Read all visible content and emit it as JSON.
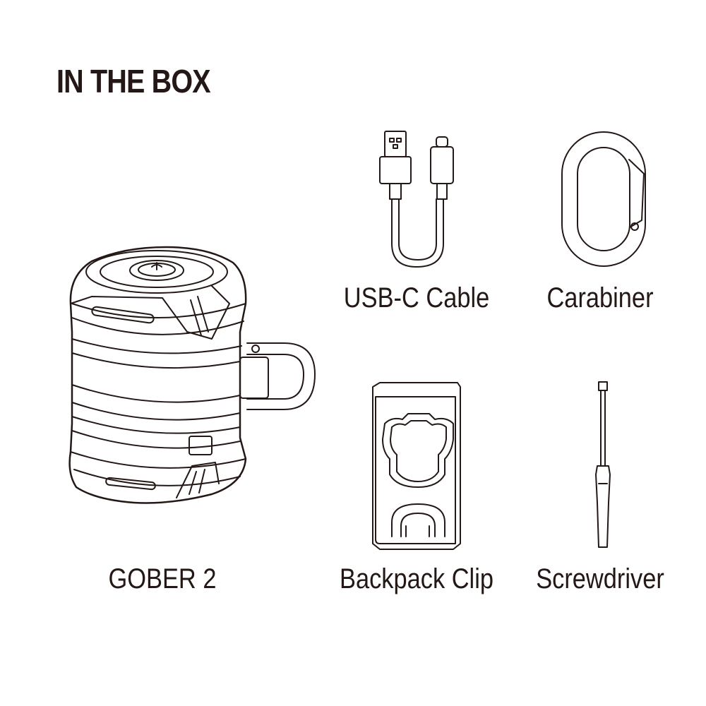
{
  "heading": "IN THE BOX",
  "items": {
    "usb_cable": "USB-C Cable",
    "carabiner": "Carabiner",
    "gober": "GOBER 2",
    "backpack_clip": "Backpack Clip",
    "screwdriver": "Screwdriver"
  },
  "colors": {
    "ink": "#231815",
    "background": "#ffffff"
  },
  "icons": [
    "usb-c-cable-icon",
    "carabiner-icon",
    "gober-lantern-icon",
    "backpack-clip-icon",
    "screwdriver-icon"
  ]
}
